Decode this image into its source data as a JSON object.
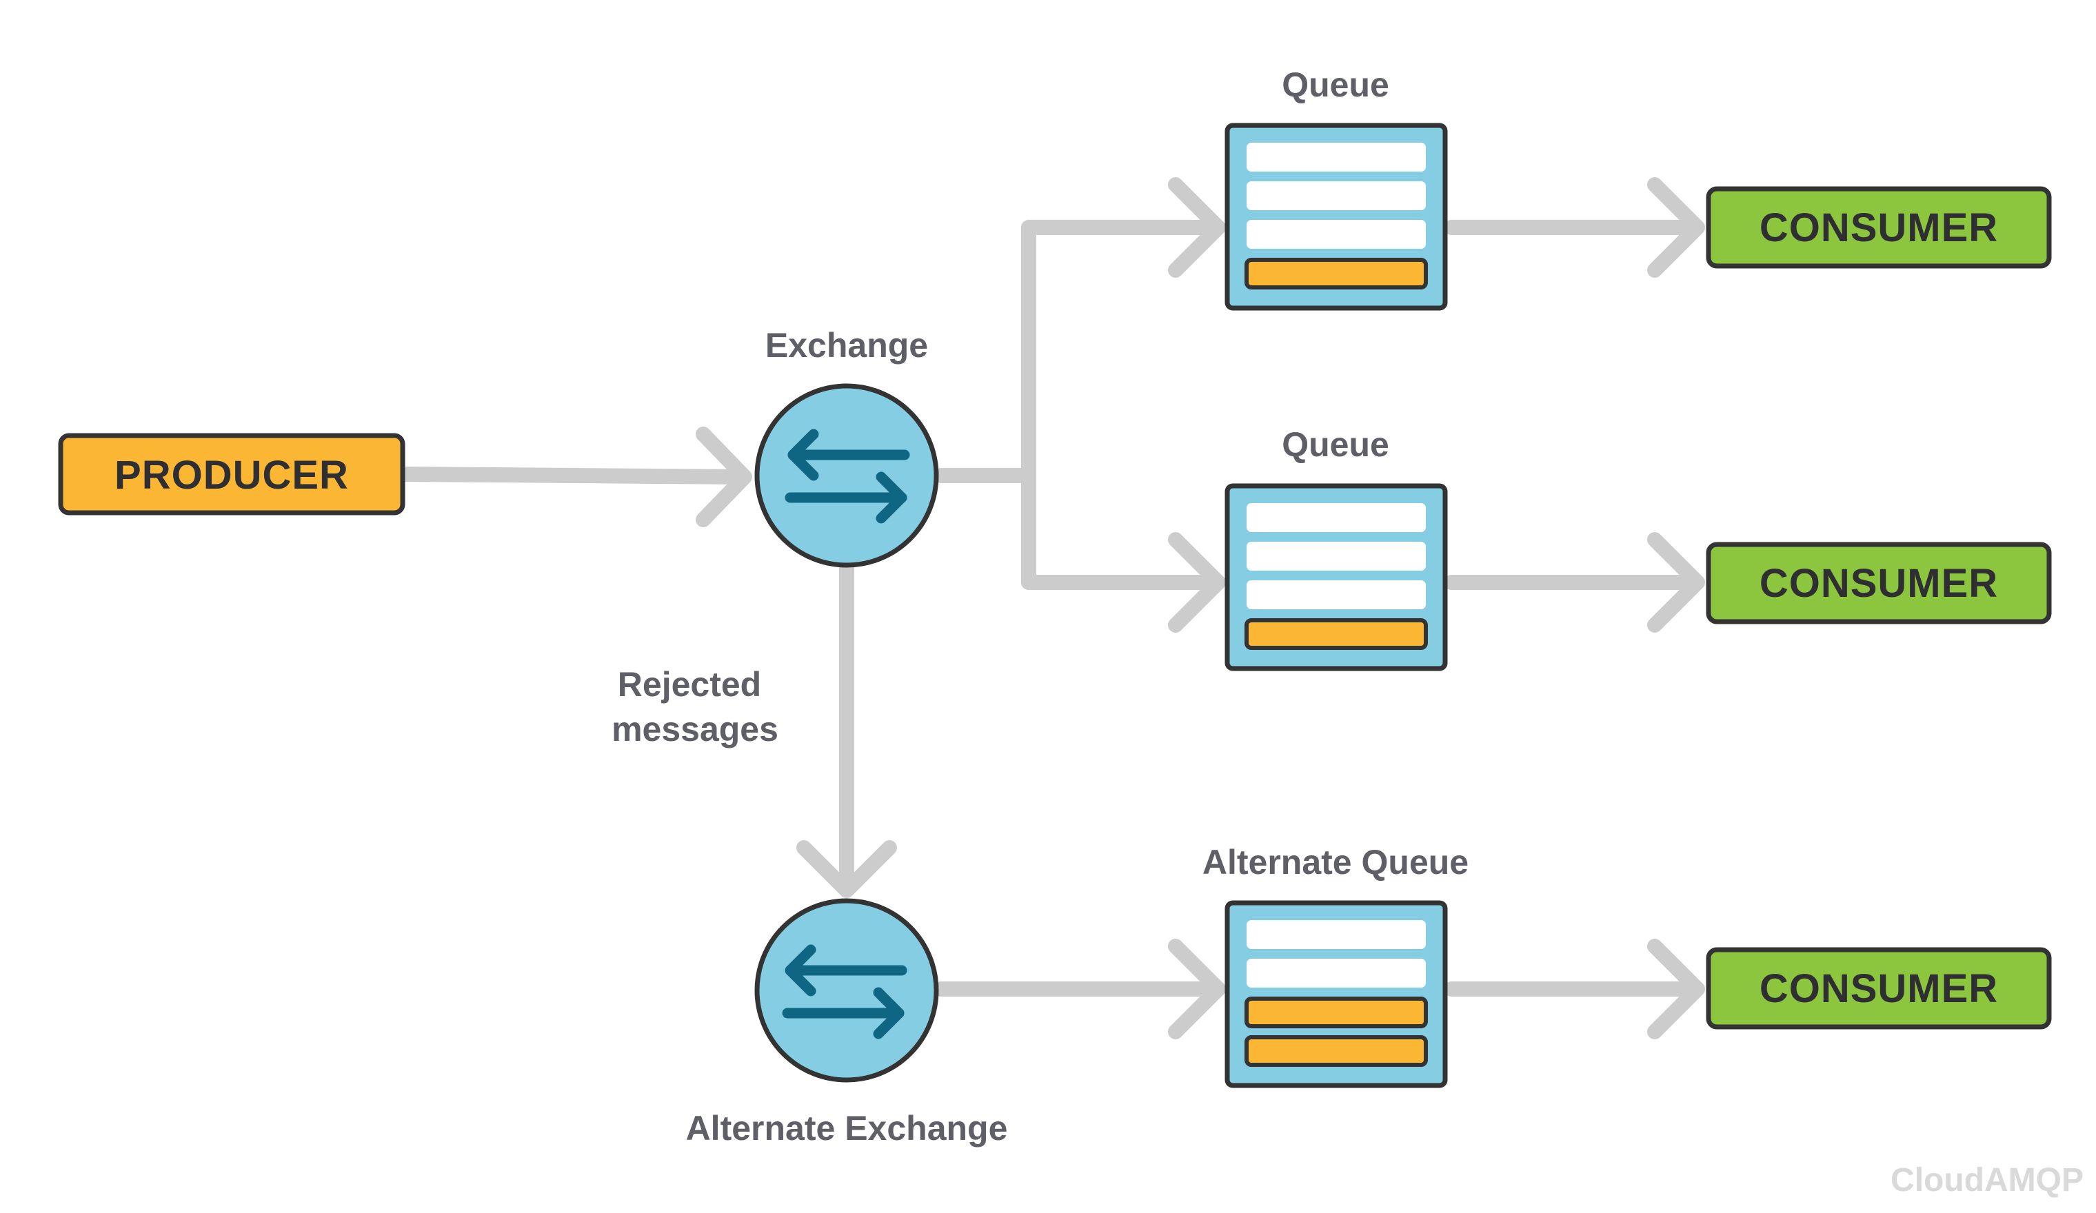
{
  "producer": {
    "label": "PRODUCER"
  },
  "exchange": {
    "label": "Exchange"
  },
  "rejected": {
    "line1": "Rejected",
    "line2": "messages"
  },
  "alternate_exchange": {
    "label": "Alternate Exchange"
  },
  "queues": [
    {
      "label": "Queue",
      "slots": [
        "empty",
        "empty",
        "empty",
        "message"
      ]
    },
    {
      "label": "Queue",
      "slots": [
        "empty",
        "empty",
        "empty",
        "message"
      ]
    },
    {
      "label": "Alternate Queue",
      "slots": [
        "empty",
        "empty",
        "message",
        "message"
      ]
    }
  ],
  "consumers": [
    {
      "label": "CONSUMER"
    },
    {
      "label": "CONSUMER"
    },
    {
      "label": "CONSUMER"
    }
  ],
  "watermark": "CloudAMQP",
  "colors": {
    "producer": "#fbb733",
    "consumer": "#8cc63e",
    "exchange": "#84cde3",
    "queue": "#84cde3",
    "queue_slot_empty": "#ffffff",
    "queue_slot_message": "#fbb733",
    "arrow": "#cccccc",
    "exchange_arrow": "#0f6683",
    "outline": "#333333"
  }
}
